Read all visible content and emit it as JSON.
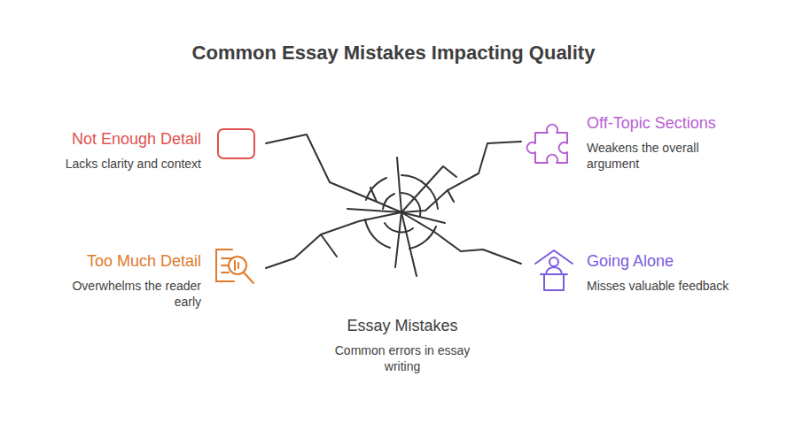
{
  "diagram": {
    "title": "Common Essay Mistakes Impacting Quality",
    "nodes": [
      {
        "text": [
          "Not Enough Detail",
          "Lacks clarity and context"
        ]
      },
      {
        "text": [
          "Off-Topic Sections",
          "Weakens the overall argument"
        ]
      },
      {
        "text": [
          "Too Much Detail",
          "Overwhelms the reader early"
        ]
      },
      {
        "text": [
          "Going Alone",
          "Misses valuable feedback"
        ]
      },
      {
        "text": [
          "Essay Mistakes",
          "Common errors in essay writing"
        ]
      }
    ]
  }
}
